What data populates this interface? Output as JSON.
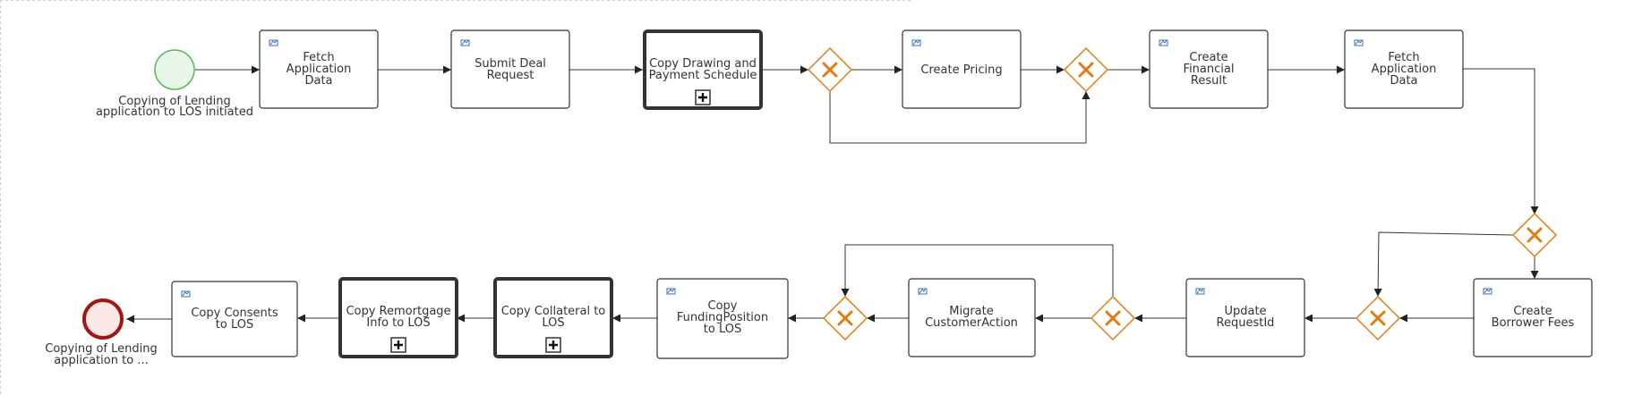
{
  "diagram": {
    "start_event": {
      "label_lines": [
        "Copying of Lending",
        "application to LOS initiated"
      ]
    },
    "end_event": {
      "label_lines": [
        "Copying of Lending",
        "application to ..."
      ]
    },
    "tasks": {
      "fetch1": [
        "Fetch",
        "Application",
        "Data"
      ],
      "submit_deal": [
        "Submit Deal",
        "Request"
      ],
      "copy_drawing": [
        "Copy Drawing and",
        "Payment Schedule"
      ],
      "create_pricing": [
        "Create Pricing"
      ],
      "create_financial": [
        "Create",
        "Financial",
        "Result"
      ],
      "fetch2": [
        "Fetch",
        "Application",
        "Data"
      ],
      "create_borrower_fees": [
        "Create",
        "Borrower Fees"
      ],
      "update_request": [
        "Update",
        "RequestId"
      ],
      "migrate_customer": [
        "Migrate",
        "CustomerAction"
      ],
      "copy_funding": [
        "Copy",
        "FundingPosition",
        "to LOS"
      ],
      "copy_collateral": [
        "Copy Collateral to",
        "LOS"
      ],
      "copy_remortgage": [
        "Copy Remortgage",
        "Info to LOS"
      ],
      "copy_consents": [
        "Copy Consents",
        "to LOS"
      ]
    },
    "colors": {
      "start_fill": "#e8f5e9",
      "start_stroke": "#5cb85c",
      "end_fill": "#fde8e8",
      "end_stroke": "#a31515",
      "gateway": "#e07b10",
      "task_icon": "#3a6fb0"
    }
  }
}
